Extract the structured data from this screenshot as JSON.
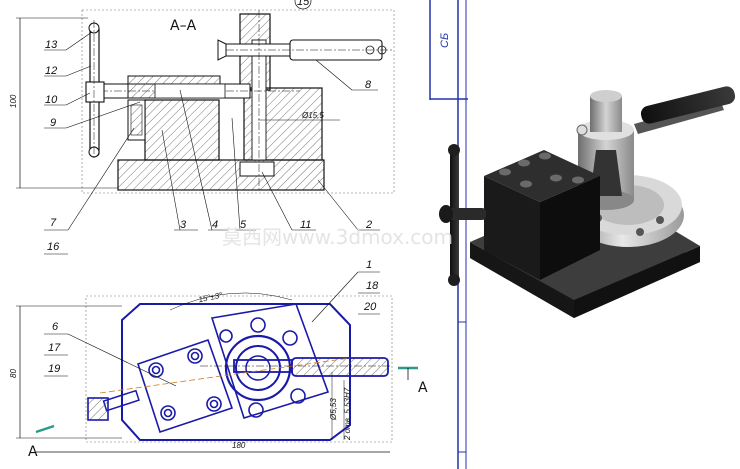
{
  "section_title": "А–А",
  "section_arrow_label": "А",
  "section_arrow_label_bottom": "А",
  "frame_label": "СБ",
  "watermark": "莫西网www.3dmox.com",
  "top_view": {
    "callouts": [
      "13",
      "12",
      "10",
      "9",
      "3",
      "4",
      "5",
      "11",
      "2",
      "7",
      "16",
      "8"
    ],
    "circle_callout": "15",
    "dim_height": "100",
    "dim_bore": "Ø15,5"
  },
  "bottom_view": {
    "callouts": [
      "6",
      "17",
      "19",
      "1",
      "18",
      "20"
    ],
    "dim_height": "80",
    "dim_width": "180",
    "dim_angle": "15°±3°",
    "dim_hole": "Ø5,53",
    "dim_note": "2 отв. 5,53Н7"
  },
  "colors": {
    "blue": "#1a1aa8",
    "frame_blue": "#2233aa",
    "hatch": "#555555",
    "model_dark": "#1e1e1e",
    "model_grey": "#a8a8a8"
  }
}
